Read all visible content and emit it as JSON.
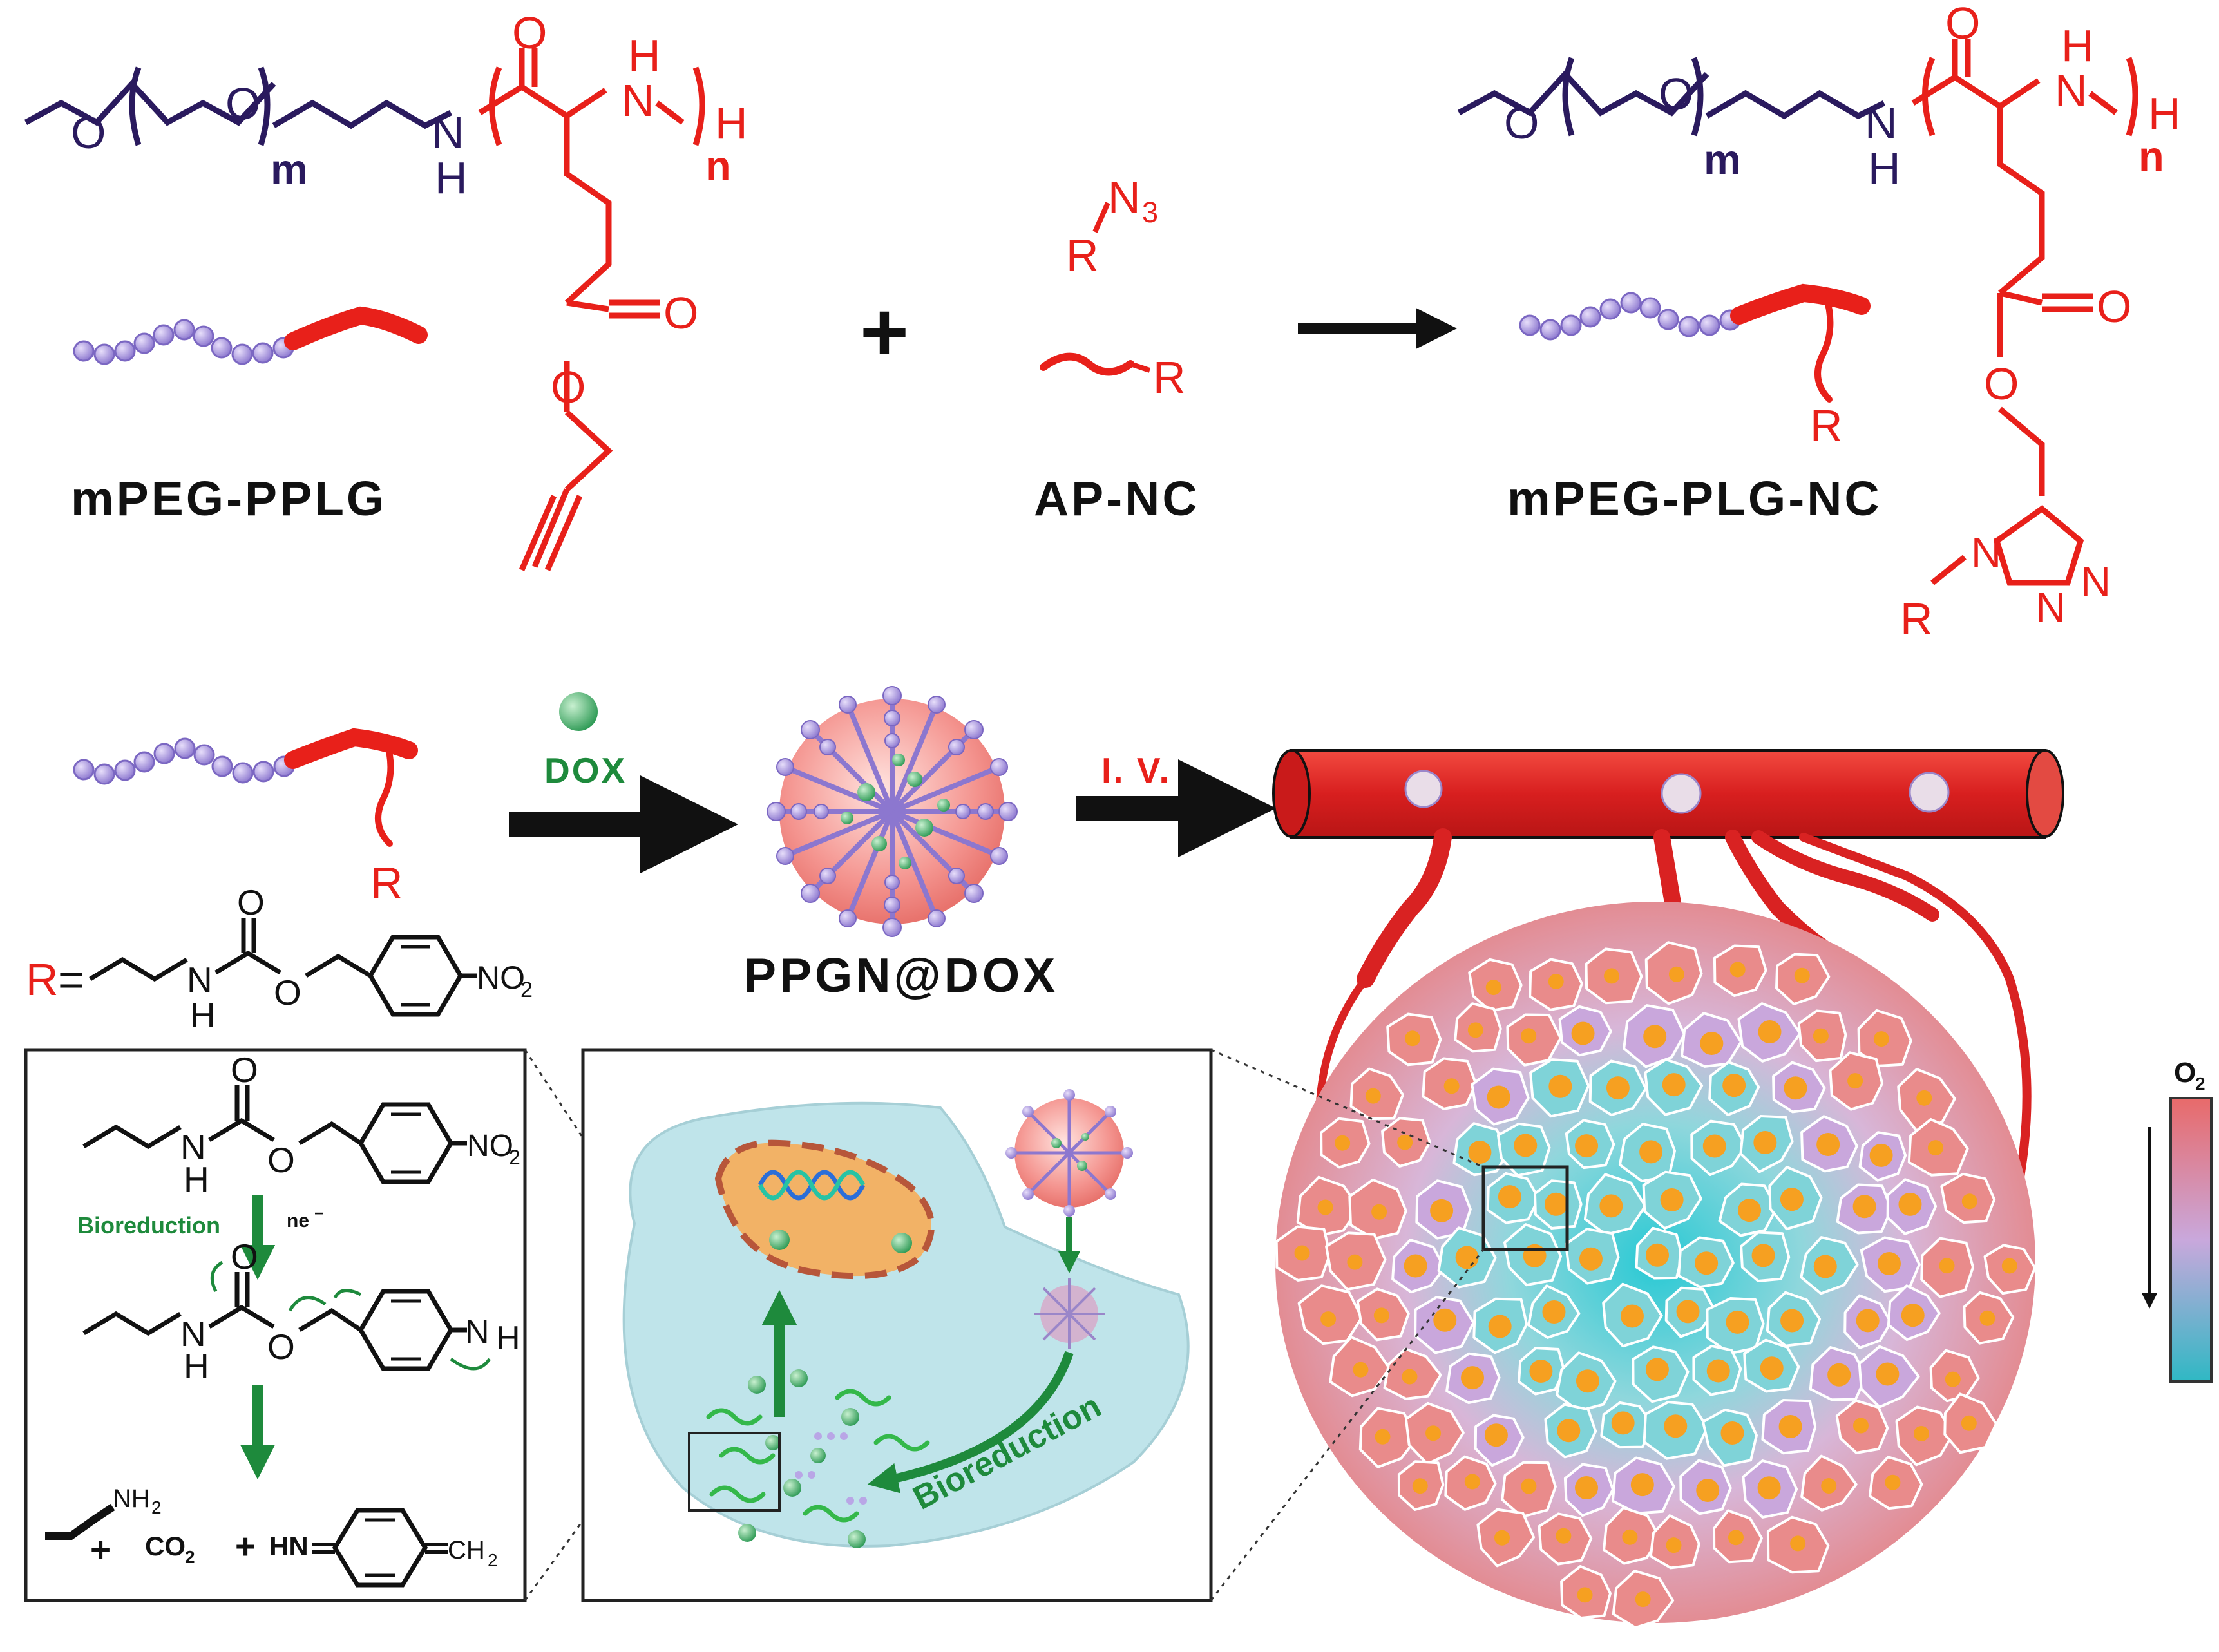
{
  "colors": {
    "peg": "#2a1a5e",
    "red": "#e8201a",
    "green": "#1e8a3c",
    "black": "#111111",
    "bead": "#a48fd8",
    "bead_edge": "#7b67c2",
    "cell_pink": "#e98b8b",
    "cell_blue": "#7fd3d8",
    "cell_purple": "#c9a7dc",
    "nucleus": "#f6a021",
    "vessel": "#d92222",
    "cytoplasm": "#bfe4ea",
    "mito": "#f2b266"
  },
  "icons": [
    "plus-icon",
    "reaction-arrow-icon",
    "dox-sphere-icon",
    "micelle-icon",
    "blood-vessel-icon",
    "tumor-icon",
    "oxygen-gradient-icon",
    "mitochondrion-icon",
    "dna-helix-icon"
  ],
  "top": {
    "reactant1": {
      "label": "mPEG-PPLG",
      "atoms": {
        "o1": "O",
        "o2": "O",
        "m": "m",
        "nh_n": "N",
        "nh_h": "H",
        "carbonyl_o": "O",
        "h2": "H",
        "n2": "N",
        "n": "n",
        "h_end": "H",
        "ester_o": "O",
        "ester_o2": "O"
      }
    },
    "plus": "+",
    "reactant2": {
      "label": "AP-NC",
      "n3": "N",
      "n3_sub": "3",
      "r1": "R",
      "r2": "R"
    },
    "product": {
      "label": "mPEG-PLG-NC",
      "atoms": {
        "o1": "O",
        "o2": "O",
        "m": "m",
        "nh_n": "N",
        "nh_h": "H",
        "carbonyl_o": "O",
        "h2": "H",
        "n2": "N",
        "n": "n",
        "h_end": "H",
        "ester_o": "O",
        "ester_o2": "O",
        "r_chain": "R",
        "r_triazole": "R",
        "tn1": "N",
        "tn2": "N",
        "tn3": "N"
      }
    }
  },
  "middle": {
    "r_label": "R",
    "r_def": {
      "r": "R",
      "eq": "=",
      "n": "N",
      "h": "H",
      "o1": "O",
      "o2": "O",
      "no2": "NO",
      "no2_sub": "2"
    },
    "dox_label": "DOX",
    "micelle_label": "PPGN@DOX",
    "iv_label": "I. V.",
    "o2_label": "O",
    "o2_sub": "2"
  },
  "inset_left": {
    "step1": {
      "n": "N",
      "h": "H",
      "o1": "O",
      "o2": "O",
      "no2": "NO",
      "no2_sub": "2"
    },
    "bioreduction": "Bioreduction",
    "ne": "ne",
    "ne_sup": "−",
    "step2": {
      "n": "N",
      "h": "H",
      "o1": "O",
      "o2": "O",
      "nh": "N",
      "nh_h": "H"
    },
    "products": {
      "nh2": "NH",
      "nh2_sub": "2",
      "plus1": "+",
      "co2": "CO",
      "co2_sub": "2",
      "plus2": "+",
      "hn": "HN",
      "ch2": "CH",
      "ch2_sub": "2"
    }
  },
  "inset_middle": {
    "bioreduction": "Bioreduction"
  }
}
